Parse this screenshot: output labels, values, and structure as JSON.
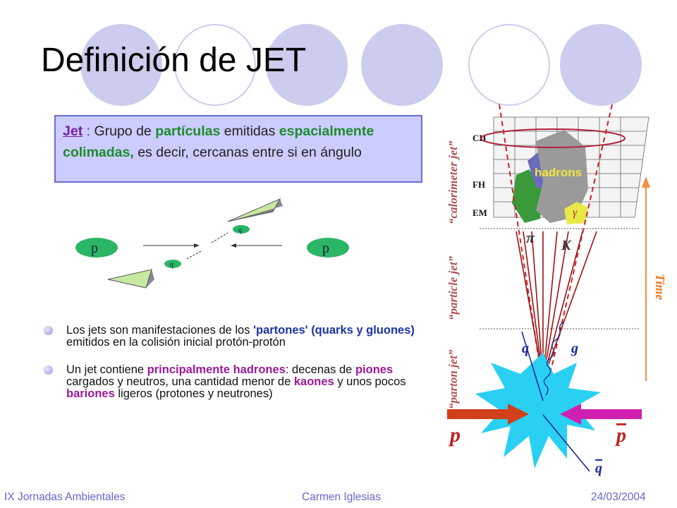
{
  "title": "Definición de JET",
  "definition": {
    "term": "Jet",
    "sep": " : ",
    "t1": "Grupo de ",
    "g1": "partículas",
    "t2": " emitidas ",
    "g2": "espacialmente colimadas,",
    "t3": " es decir, cercanas entre si en ángulo"
  },
  "bullets": [
    {
      "a": "Los jets son manifestaciones de los ",
      "b": "'partones' (quarks y gluones)",
      "c": " emitidos en la colisión inicial protón-protón"
    },
    {
      "a": "Un jet contiene ",
      "b": "principalmente hadrones",
      "c": ": decenas de ",
      "d": "piones",
      "e": " cargados y  neutros, una cantidad menor de ",
      "f": "kaones",
      "g": " y unos pocos ",
      "h": "bariones",
      "i": " ligeros (protones y neutrones)"
    }
  ],
  "collision_diagram": {
    "proton_label": "p",
    "quark_label": "q"
  },
  "jet_diagram": {
    "calorimeter_jet": "“calorimeter jet”",
    "particle_jet": "“particle jet”",
    "parton_jet": "“parton jet”",
    "ch": "CH",
    "fh": "FH",
    "em": "EM",
    "hadrons": "hadrons",
    "gamma": "γ",
    "pi": "π",
    "k": "K",
    "q": "q",
    "g": "g",
    "p": "p",
    "pbar": "p",
    "qbar": "q",
    "time": "Time"
  },
  "footer": {
    "left": "IX Jornadas Ambientales",
    "center": "Carmen Iglesias",
    "right": "24/03/2004"
  },
  "colors": {
    "accent_circle": "#ccccee",
    "box_fill": "#ccccff",
    "box_border": "#6b6bcf",
    "green_text": "#1c8c2c",
    "blue_text": "#1a32a8",
    "purple_text": "#9a1a9a",
    "footer_text": "#6666cc"
  }
}
